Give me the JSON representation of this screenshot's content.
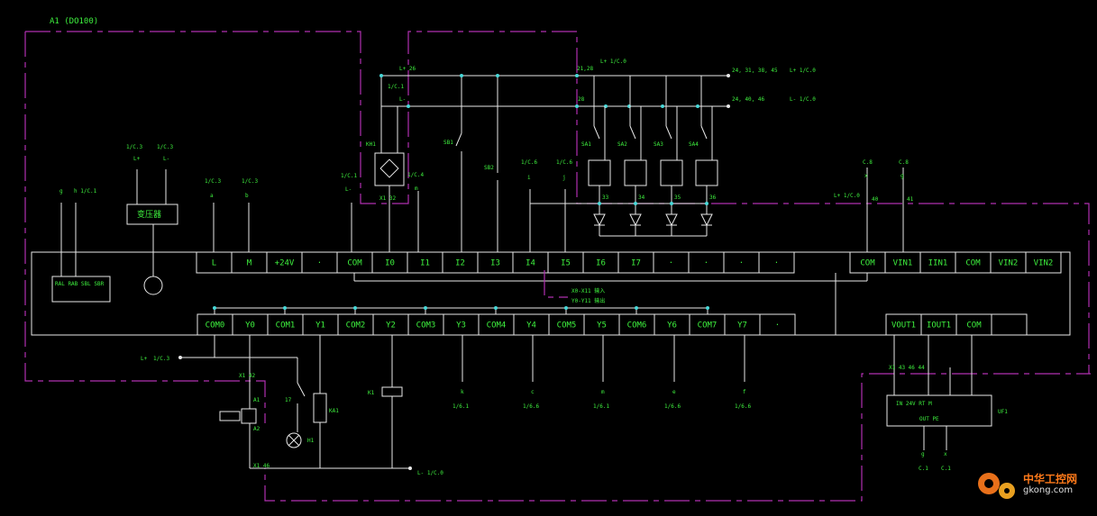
{
  "title": "A1 (DO100)",
  "power": {
    "lplus": "L+",
    "lminus": "L-",
    "ref": "1/C.1"
  },
  "inputs": {
    "labels": [
      "L",
      "M",
      "+24V",
      "·",
      "COM",
      "I0",
      "I1",
      "I2",
      "I3",
      "I4",
      "I5",
      "I6",
      "I7",
      "·",
      "·",
      "·",
      "·"
    ],
    "analog": [
      "COM",
      "VIN1",
      "IIN1",
      "COM",
      "VIN2",
      "VIN2"
    ]
  },
  "outputs": {
    "labels": [
      "COM0",
      "Y0",
      "COM1",
      "Y1",
      "COM2",
      "Y2",
      "COM3",
      "Y3",
      "COM4",
      "Y4",
      "COM5",
      "Y5",
      "COM6",
      "Y6",
      "COM7",
      "Y7",
      "·"
    ],
    "analog": [
      "VOUT1",
      "IOUT1",
      "COM",
      ""
    ]
  },
  "notes": {
    "x_in": "X0-X11 输入",
    "y_out": "Y0-Y11 输出"
  },
  "top_refs": {
    "l_plus_bus": "24, 31, 38, 45",
    "l_minus_bus": "24, 40, 46",
    "l_plus_ref": "L+ 1/C.0",
    "l_minus_ref": "L- 1/C.0",
    "l_in": "L+ 1/C.0",
    "lminus_out": "L- 1/C.0"
  },
  "power_supply": "变压器",
  "module_a": {
    "label": "RAL RAB SBL SBR"
  },
  "bottom_refs": [
    "k",
    "c",
    "m",
    "e",
    "f"
  ],
  "bottom_ref_codes": [
    "1/6.1",
    "1/6.6",
    "1/6.1",
    "1/6.6",
    "1/6.6"
  ],
  "watermark": {
    "brand": "中华工控网",
    "url": "gkong.com"
  },
  "colors": {
    "wire": "#e8e8e8",
    "label": "#3ef03e",
    "boundary": "#b030b0",
    "node": "#48d8d8"
  }
}
